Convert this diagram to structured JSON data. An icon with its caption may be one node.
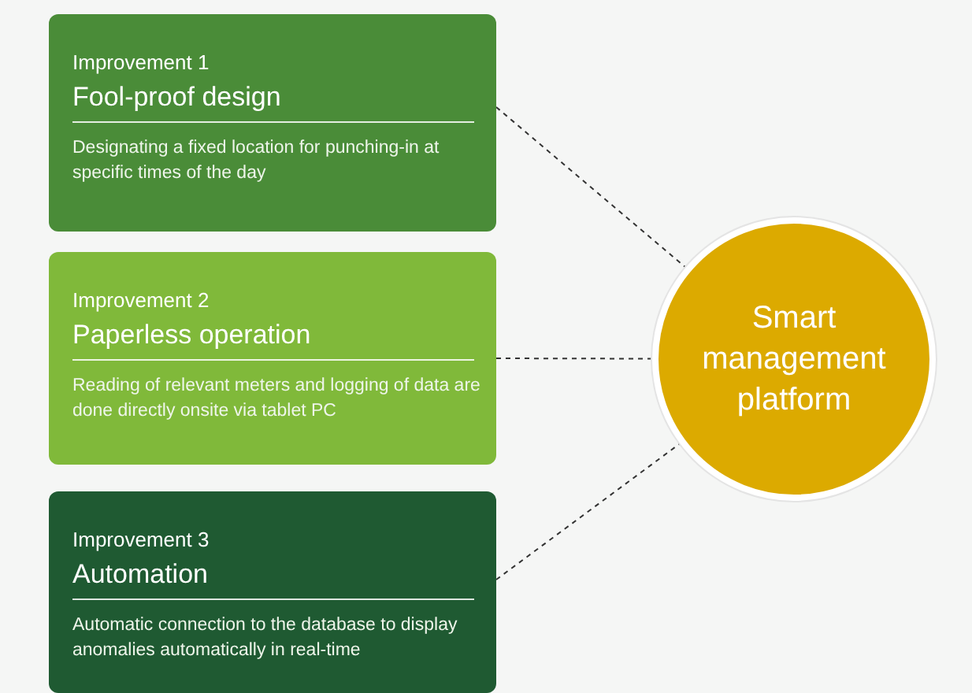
{
  "diagram": {
    "nodes": [
      {
        "text": [
          "Improvement 1",
          "Fool-proof design",
          "Designating a fixed location for punching-in at specific times of the day"
        ]
      },
      {
        "text": [
          "Improvement 2",
          "Paperless operation",
          "Reading of relevant meters and logging of data are done directly onsite via tablet PC"
        ]
      },
      {
        "text": [
          "Improvement 3",
          "Automation",
          "Automatic connection to the database to display anomalies automatically in real-time"
        ]
      },
      {
        "text": [
          "Smart management platform"
        ]
      }
    ],
    "edges": [
      {
        "from": 0,
        "to": 3,
        "arrow": "none",
        "style": "dashed"
      },
      {
        "from": 1,
        "to": 3,
        "arrow": "none",
        "style": "dashed"
      },
      {
        "from": 2,
        "to": 3,
        "arrow": "none",
        "style": "dashed"
      }
    ]
  }
}
